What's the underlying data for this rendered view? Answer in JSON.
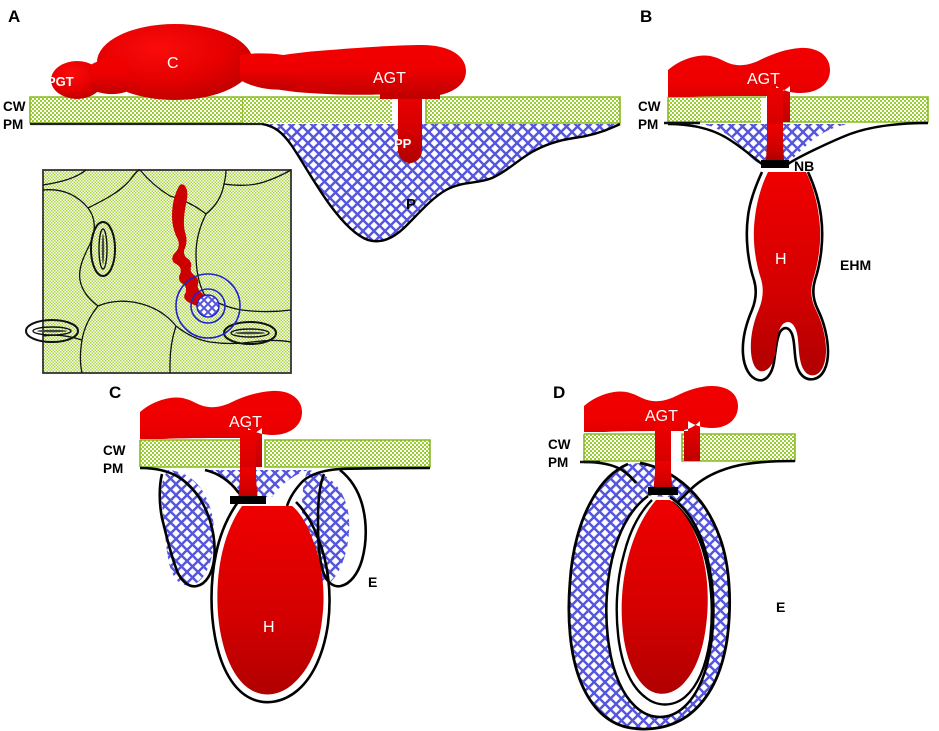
{
  "figure": {
    "type": "scientific-diagram",
    "subject": "Stages of fungal haustorium formation in a plant host cell",
    "background_color": "#ffffff"
  },
  "colors": {
    "fungus_red": "#ee0000",
    "fungus_red_dark": "#bb0000",
    "cell_wall_green": "#9acd32",
    "cell_wall_outline": "#88bb22",
    "plant_cytoplasm_blue": "#5555dd",
    "membrane_black": "#000000",
    "inset_circle_blue": "#2222cc",
    "label_white": "#ffffff",
    "label_black": "#000000"
  },
  "panels": [
    {
      "id": "A",
      "letter": "A",
      "labels": [
        {
          "key": "pgt",
          "text": "PGT",
          "color": "white",
          "meaning": "primary germ tube"
        },
        {
          "key": "c",
          "text": "C",
          "color": "white",
          "meaning": "conidium"
        },
        {
          "key": "agt",
          "text": "AGT",
          "color": "white",
          "meaning": "appressorial germ tube"
        },
        {
          "key": "pp",
          "text": "PP",
          "color": "white",
          "meaning": "penetration peg"
        },
        {
          "key": "p",
          "text": "P",
          "color": "black",
          "meaning": "papilla"
        }
      ],
      "layer_labels": [
        {
          "key": "cw",
          "text": "CW",
          "meaning": "cell wall"
        },
        {
          "key": "pm",
          "text": "PM",
          "meaning": "plasma membrane"
        }
      ],
      "inset": {
        "present": true,
        "description": "epidermal cell surface view with germling and penetration site"
      }
    },
    {
      "id": "B",
      "letter": "B",
      "labels": [
        {
          "key": "agt",
          "text": "AGT",
          "color": "white",
          "meaning": "appressorial germ tube"
        },
        {
          "key": "nb",
          "text": "NB",
          "color": "black",
          "meaning": "neck band"
        },
        {
          "key": "h",
          "text": "H",
          "color": "white",
          "meaning": "haustorium"
        },
        {
          "key": "ehm",
          "text": "EHM",
          "color": "black",
          "meaning": "extrahaustorial membrane"
        }
      ],
      "layer_labels": [
        {
          "key": "cw",
          "text": "CW",
          "meaning": "cell wall"
        },
        {
          "key": "pm",
          "text": "PM",
          "meaning": "plasma membrane"
        }
      ]
    },
    {
      "id": "C",
      "letter": "C",
      "labels": [
        {
          "key": "agt",
          "text": "AGT",
          "color": "white",
          "meaning": "appressorial germ tube"
        },
        {
          "key": "h",
          "text": "H",
          "color": "white",
          "meaning": "haustorium"
        },
        {
          "key": "e",
          "text": "E",
          "color": "black",
          "meaning": "encasement"
        }
      ],
      "layer_labels": [
        {
          "key": "cw",
          "text": "CW",
          "meaning": "cell wall"
        },
        {
          "key": "pm",
          "text": "PM",
          "meaning": "plasma membrane"
        }
      ]
    },
    {
      "id": "D",
      "letter": "D",
      "labels": [
        {
          "key": "agt",
          "text": "AGT",
          "color": "white",
          "meaning": "appressorial germ tube"
        },
        {
          "key": "e",
          "text": "E",
          "color": "black",
          "meaning": "full encasement"
        }
      ],
      "layer_labels": [
        {
          "key": "cw",
          "text": "CW",
          "meaning": "cell wall"
        },
        {
          "key": "pm",
          "text": "PM",
          "meaning": "plasma membrane"
        }
      ]
    }
  ]
}
